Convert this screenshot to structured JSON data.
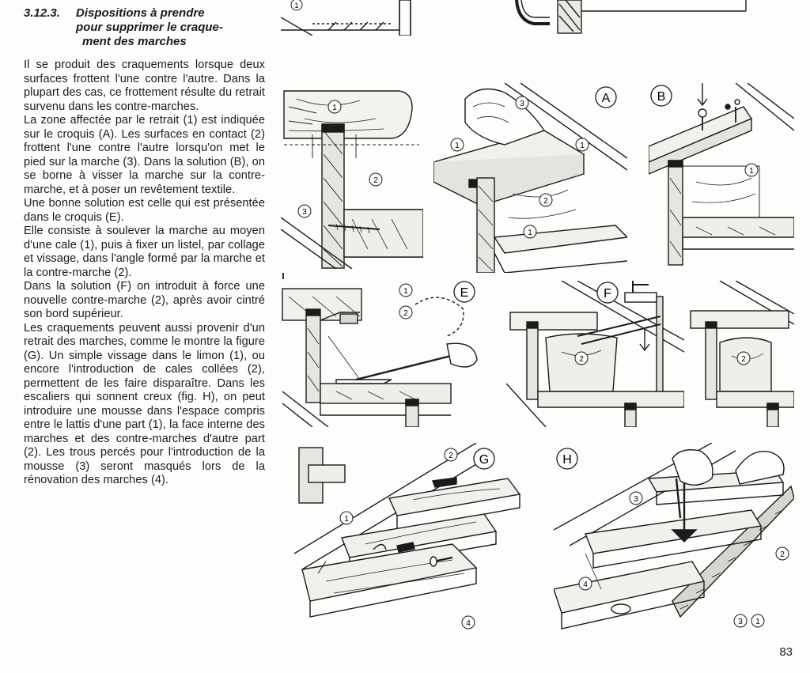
{
  "section": {
    "number": "3.12.3.",
    "title_line1": "Dispositions à prendre",
    "title_line2": "pour supprimer le craque-",
    "title_line3": "ment des marches"
  },
  "paragraphs": [
    "Il se produit des craquements lorsque deux surfaces frottent l'une contre l'autre. Dans la plupart des cas, ce frottement résulte du retrait survenu dans les contre-marches.",
    "La zone affectée par le retrait (1) est indiquée sur le croquis (A). Les surfaces en contact (2) frottent l'une contre l'autre lorsqu'on met le pied sur la marche (3). Dans la solution (B), on se borne à visser la marche sur la contre-marche, et à poser un revêtement textile.",
    "Une bonne solution est celle qui est présentée dans le croquis (E).",
    "Elle consiste à soulever la marche au moyen d'une cale (1), puis à fixer un listel, par collage et vissage, dans l'angle formé par la marche et la contre-marche (2).",
    "Dans la solution (F) on introduit à force une nouvelle contre-marche (2), après avoir cintré son bord supérieur.",
    "Les craquements peuvent aussi provenir d'un retrait des marches, comme le montre la figure (G). Un simple vissage dans le limon (1), ou encore l'introduction de cales collées (2), permettent de les faire disparaître. Dans les escaliers qui sonnent creux (fig. H), on peut introduire une mousse dans l'espace compris entre le lattis d'une part (1), la face interne des marches et des contre-marches d'autre part (2). Les trous percés pour l'introduction de la mousse (3) seront masqués lors de la rénovation des marches (4)."
  ],
  "figure_labels": {
    "A": "A",
    "B": "B",
    "E": "E",
    "F": "F",
    "G": "G",
    "H": "H"
  },
  "callouts": {
    "n1": "1",
    "n2": "2",
    "n3": "3",
    "n4": "4"
  },
  "page_number": "83",
  "colors": {
    "ink": "#1b1b1b",
    "paper": "#fdfdfb"
  }
}
